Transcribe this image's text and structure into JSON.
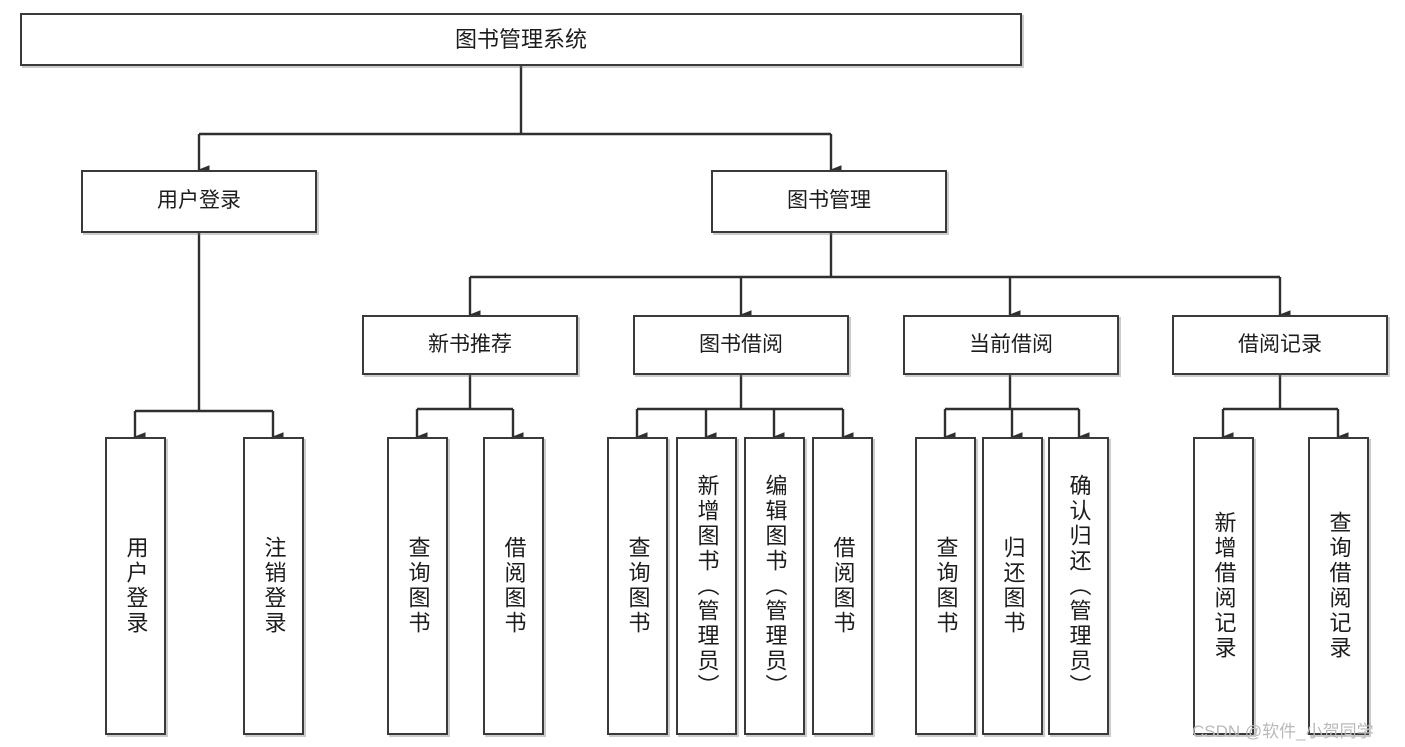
{
  "diagram": {
    "title": "图书管理系统",
    "type": "tree",
    "watermark": "CSDN @软件_小贺同学",
    "colors": {
      "node_border": "#3a3a3a",
      "node_fill": "#ffffff",
      "edge": "#2f2f2f",
      "text": "#1c1c1c",
      "watermark": "#b9b9b9"
    },
    "nodes": {
      "root": {
        "label": "图书管理系统"
      },
      "level2": [
        {
          "id": "user-login",
          "label": "用户登录"
        },
        {
          "id": "book-manage",
          "label": "图书管理"
        }
      ],
      "level3": [
        {
          "id": "new-book-recommend",
          "label": "新书推荐"
        },
        {
          "id": "book-borrow",
          "label": "图书借阅"
        },
        {
          "id": "current-borrow",
          "label": "当前借阅"
        },
        {
          "id": "borrow-record",
          "label": "借阅记录"
        }
      ],
      "leaves": {
        "user_login": [
          {
            "id": "leaf-user-login",
            "label": "用户登录"
          },
          {
            "id": "leaf-logout",
            "label": "注销登录"
          }
        ],
        "new_book_recommend": [
          {
            "id": "leaf-query-book-1",
            "label": "查询图书"
          },
          {
            "id": "leaf-borrow-book-1",
            "label": "借阅图书"
          }
        ],
        "book_borrow": [
          {
            "id": "leaf-query-book-2",
            "label": "查询图书"
          },
          {
            "id": "leaf-add-book",
            "label": "新增图书（管理员）"
          },
          {
            "id": "leaf-edit-book",
            "label": "编辑图书（管理员）"
          },
          {
            "id": "leaf-borrow-book-2",
            "label": "借阅图书"
          }
        ],
        "current_borrow": [
          {
            "id": "leaf-query-book-3",
            "label": "查询图书"
          },
          {
            "id": "leaf-return-book",
            "label": "归还图书"
          },
          {
            "id": "leaf-confirm-return",
            "label": "确认归还（管理员）"
          }
        ],
        "borrow_record": [
          {
            "id": "leaf-add-record",
            "label": "新增借阅记录"
          },
          {
            "id": "leaf-query-record",
            "label": "查询借阅记录"
          }
        ]
      }
    }
  }
}
